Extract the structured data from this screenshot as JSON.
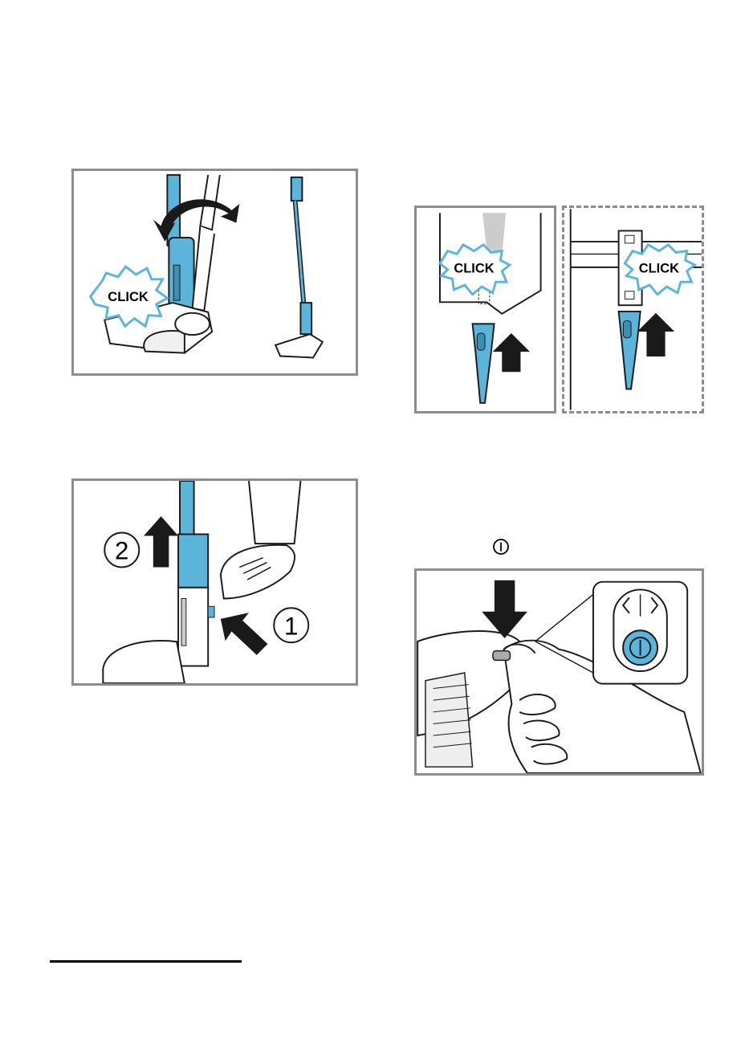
{
  "illustrations": {
    "attach_nozzle": {
      "click_text": "CLICK"
    },
    "release_nozzle": {
      "step_one": "1",
      "step_two": "2"
    },
    "attach_accessory": {
      "click_text_left": "CLICK",
      "click_text_right": "CLICK"
    },
    "power_on": {}
  },
  "icons": {
    "inline_power": "power-icon"
  },
  "colors": {
    "accent_blue": "#5bb4d9",
    "frame_gray": "#8c8c8c",
    "line": "#1a1a1a"
  }
}
